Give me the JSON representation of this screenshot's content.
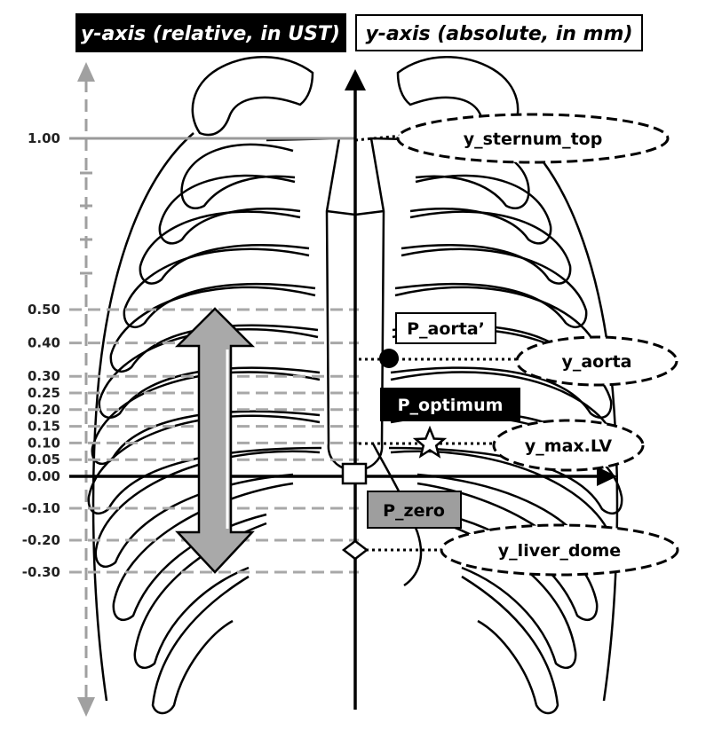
{
  "headers": {
    "relative": "y-axis (relative, in UST)",
    "absolute": "y-axis (absolute, in mm)"
  },
  "ticks": [
    {
      "label": "1.00",
      "value": 1.0
    },
    {
      "label": "0.50",
      "value": 0.5
    },
    {
      "label": "0.40",
      "value": 0.4
    },
    {
      "label": "0.30",
      "value": 0.3
    },
    {
      "label": "0.25",
      "value": 0.25
    },
    {
      "label": "0.20",
      "value": 0.2
    },
    {
      "label": "0.15",
      "value": 0.15
    },
    {
      "label": "0.10",
      "value": 0.1
    },
    {
      "label": "0.05",
      "value": 0.05
    },
    {
      "label": "0.00",
      "value": 0.0
    },
    {
      "label": "-0.10",
      "value": -0.1
    },
    {
      "label": "-0.20",
      "value": -0.2
    },
    {
      "label": "-0.30",
      "value": -0.3
    }
  ],
  "ellipse_labels": {
    "sternum_top": "y_sternum_top",
    "aorta": "y_aorta",
    "max_lv": "y_max.LV",
    "liver_dome": "y_liver_dome"
  },
  "box_labels": {
    "aorta_prime": "P_aorta’",
    "optimum": "P_optimum",
    "zero": "P_zero"
  },
  "colors": {
    "ink": "#000000",
    "dashed_axis": "#a0a0a0",
    "guide": "#a8a8a8",
    "arrow_fill": "#a9a9a9",
    "zero_box": "#9e9e9e"
  }
}
